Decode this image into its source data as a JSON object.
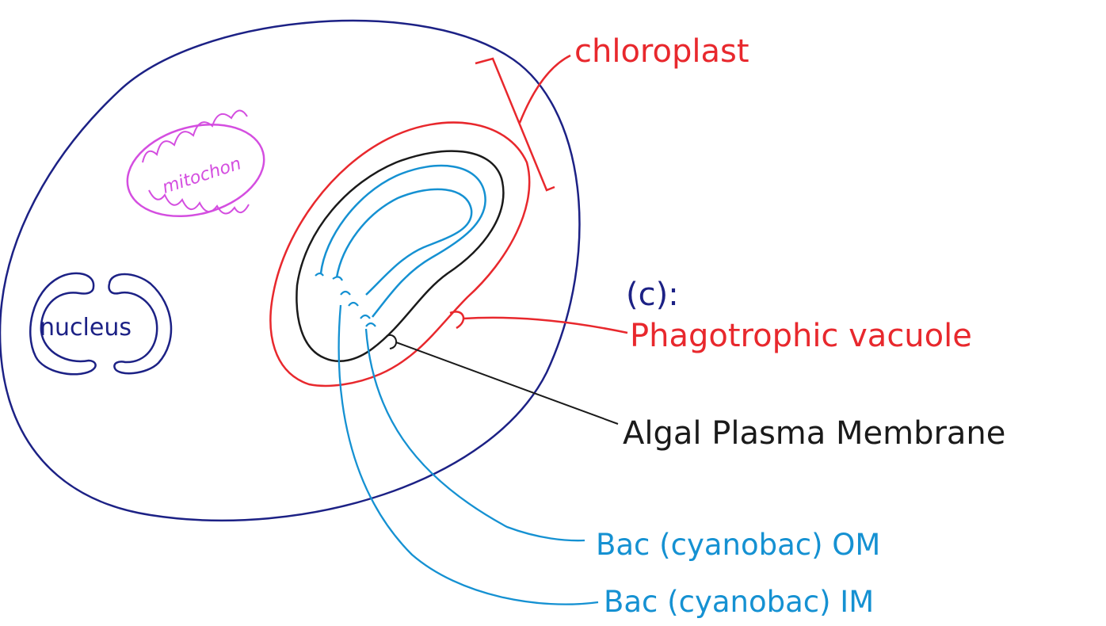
{
  "colors": {
    "cell": "#1c2185",
    "chloroplast": "#e8282d",
    "plasma_membrane": "#1a1a1a",
    "cyanobacterium": "#1591d2",
    "mitochondrion": "#d44ee0",
    "nucleus": "#1c2185"
  },
  "organelles": {
    "nucleus": "nucleus",
    "mitochondrion": "mitochon"
  },
  "labels": {
    "chloroplast": "chloroplast",
    "part": "(c):",
    "phagotrophic_vacuole": "Phagotrophic vacuole",
    "algal_plasma_membrane": "Algal Plasma Membrane",
    "bac_om": "Bac (cyanobac) OM",
    "bac_im": "Bac (cyanobac) IM"
  }
}
